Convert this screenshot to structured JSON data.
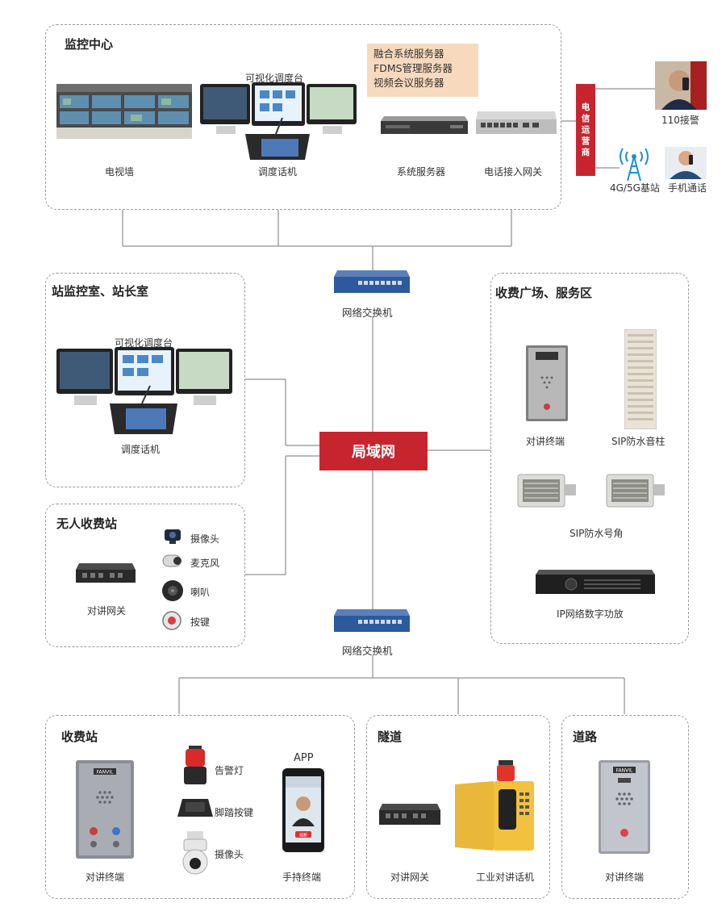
{
  "monitor_center": {
    "title": "监控中心",
    "tv_wall": "电视墙",
    "visual_console": "可视化调度台",
    "dispatch_phone": "调度话机",
    "server_list": [
      "融合系统服务器",
      "FDMS管理服务器",
      "视频会议服务器"
    ],
    "system_server": "系统服务器",
    "phone_gateway": "电话接入网关"
  },
  "carrier": {
    "label": "电信运营商",
    "police": "110接警",
    "base_station": "4G/5G基站",
    "mobile_call": "手机通话"
  },
  "switch_top": {
    "label": "网络交换机"
  },
  "switch_bottom": {
    "label": "网络交换机"
  },
  "lan": {
    "label": "局域网"
  },
  "station_room": {
    "title": "站监控室、站长室",
    "visual_console": "可视化调度台",
    "dispatch_phone": "调度话机"
  },
  "unmanned_station": {
    "title": "无人收费站",
    "gateway": "对讲网关",
    "items": [
      "摄像头",
      "麦克风",
      "喇叭",
      "按键"
    ]
  },
  "toll_plaza": {
    "title": "收费广场、服务区",
    "intercom": "对讲终端",
    "column_speaker": "SIP防水音柱",
    "horn": "SIP防水号角",
    "amplifier": "IP网络数字功放"
  },
  "toll_station": {
    "title": "收费站",
    "intercom": "对讲终端",
    "alarm_light": "告警灯",
    "foot_button": "脚踏按键",
    "camera": "摄像头",
    "app": "APP",
    "handheld": "手持终端",
    "device_brand": "FANVIL",
    "app_button": "挂断"
  },
  "tunnel": {
    "title": "隧道",
    "gateway": "对讲网关",
    "industrial_phone": "工业对讲话机"
  },
  "road": {
    "title": "道路",
    "intercom": "对讲终端",
    "device_brand": "FANVIL"
  },
  "colors": {
    "accent_red": "#c7252e",
    "server_box": "#f7d9bd",
    "line": "#9a9a9a",
    "switch_blue": "#2d5a9c"
  }
}
